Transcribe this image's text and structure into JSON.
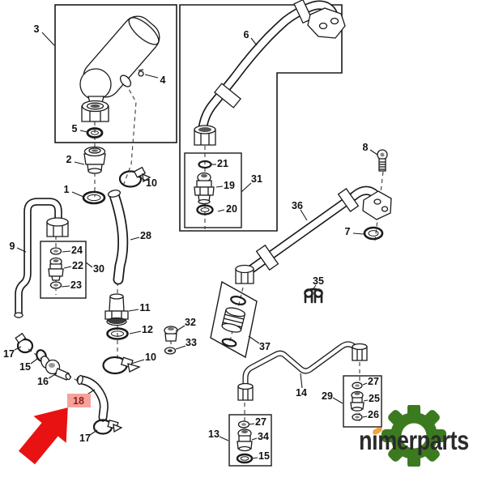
{
  "diagram": {
    "description": "Exploded hydraulic hose and fitting parts diagram",
    "callouts": {
      "c1": "1",
      "c2": "2",
      "c3": "3",
      "c4": "4",
      "c5": "5",
      "c6": "6",
      "c7": "7",
      "c8": "8",
      "c9": "9",
      "c10a": "10",
      "c10b": "10",
      "c11": "11",
      "c12": "12",
      "c13": "13",
      "c14": "14",
      "c15a": "15",
      "c15b": "15",
      "c16": "16",
      "c17a": "17",
      "c17b": "17",
      "c19": "19",
      "c20": "20",
      "c21": "21",
      "c22": "22",
      "c23": "23",
      "c24": "24",
      "c25": "25",
      "c26": "26",
      "c27a": "27",
      "c27b": "27",
      "c28": "28",
      "c29": "29",
      "c30": "30",
      "c31": "31",
      "c32": "32",
      "c33": "33",
      "c34": "34",
      "c35": "35",
      "c36": "36",
      "c37": "37"
    },
    "highlight": {
      "label": "18"
    }
  },
  "branding": {
    "logo_text": "nimerparts"
  },
  "colors": {
    "line": "#1a1a1a",
    "arrow_red": "#e81212",
    "highlight_fill": "#f5a29c",
    "highlight_text": "#8f1d16",
    "logo_green_light": "#6fae3e",
    "logo_green_dark": "#3c7a1f",
    "logo_text": "#2b2b2b",
    "logo_accent": "#f0a43c"
  }
}
